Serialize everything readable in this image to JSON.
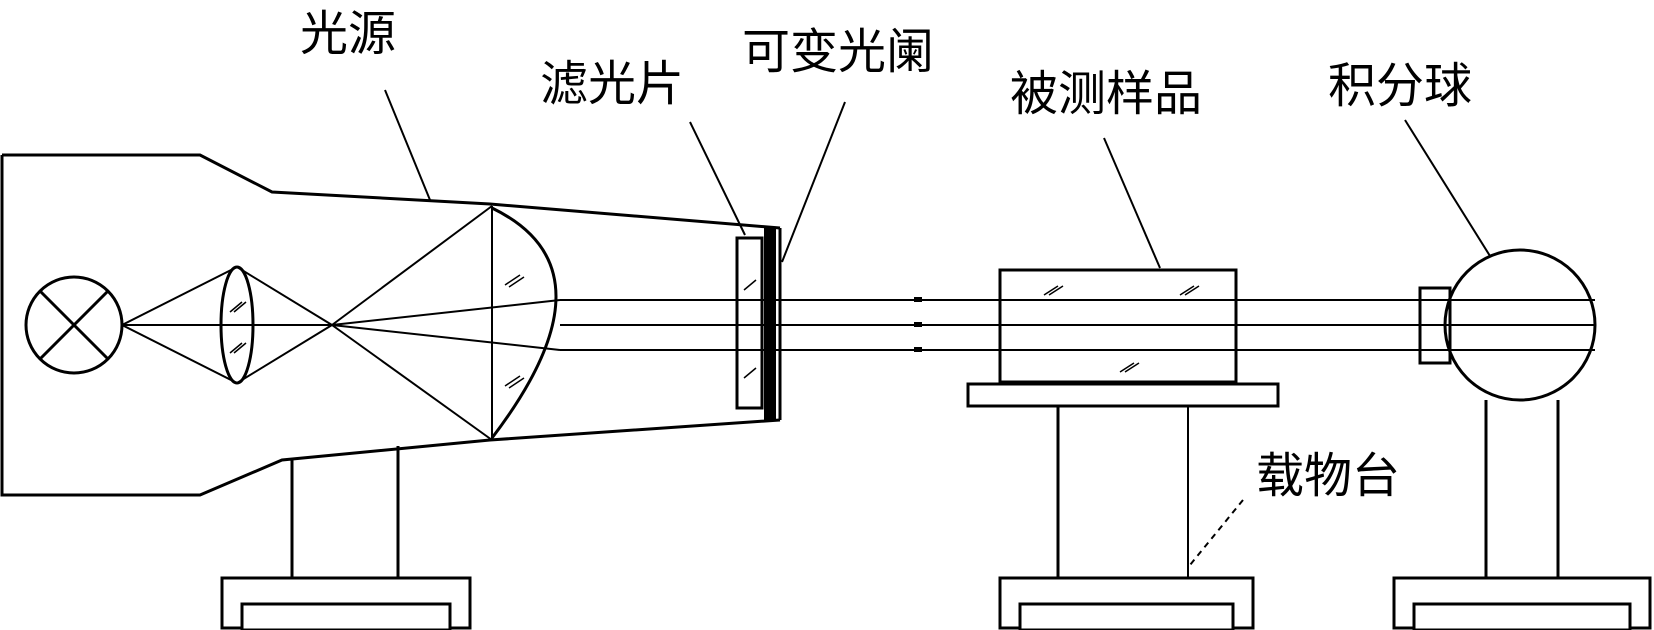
{
  "labels": {
    "light_source": "光源",
    "filter": "滤光片",
    "variable_aperture": "可变光阑",
    "test_sample": "被测样品",
    "integrating_sphere": "积分球",
    "stage": "载物台"
  }
}
